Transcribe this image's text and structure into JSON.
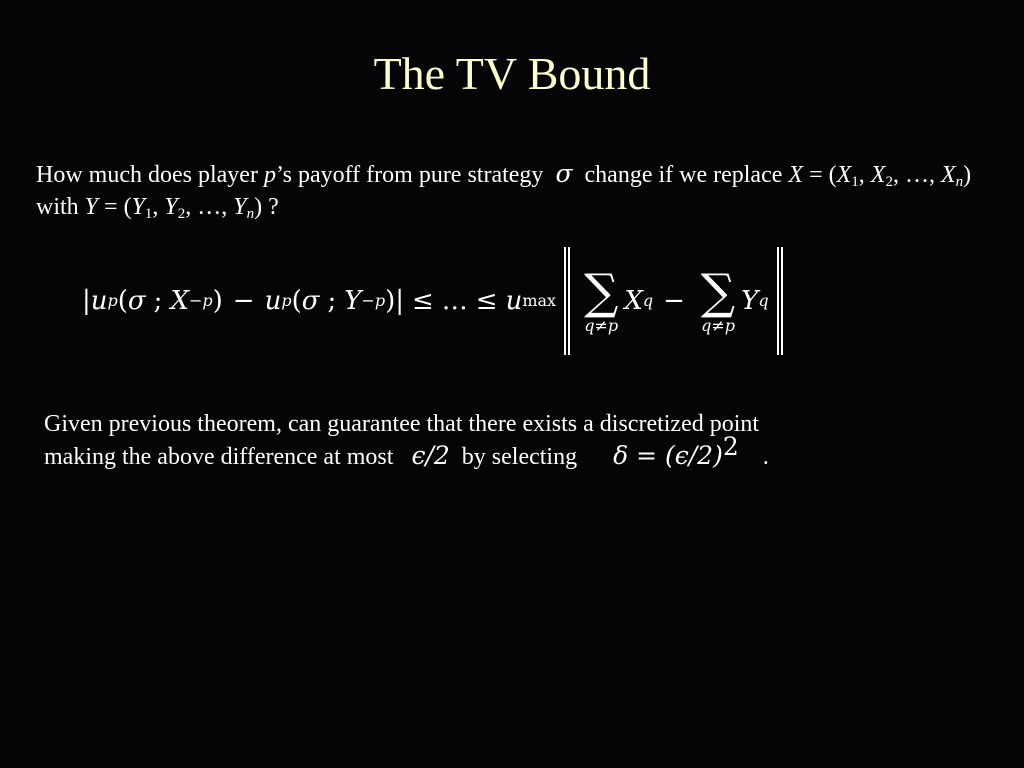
{
  "slide": {
    "title": "The TV Bound",
    "para1": {
      "t1": "How much does player ",
      "p": "p",
      "t2": "’s payoff from pure strategy",
      "sigma": "σ",
      "t3": "change if we replace ",
      "X": "X",
      "t4": " = (",
      "X1": "X",
      "s1": "1",
      "c1": ", ",
      "X2": "X",
      "s2": "2",
      "c2": ", …, ",
      "Xn": "X",
      "sn": "n",
      "t5": ") with ",
      "Y": "Y",
      "t6": " = (",
      "Y1": "Y",
      "ys1": "1",
      "yc1": ", ",
      "Y2": "Y",
      "ys2": "2",
      "yc2": ", …, ",
      "Yn": "Y",
      "ysn": "n",
      "t7": ") ?"
    },
    "equation": {
      "bar_open": "|",
      "u1": "u",
      "u1_sub": "p",
      "lp1": "(",
      "sigma1": "σ",
      "semi1": ";",
      "X": "X",
      "X_sub": "−p",
      "rp1": ")",
      "minus1": "−",
      "u2": "u",
      "u2_sub": "p",
      "lp2": "(",
      "sigma2": "σ",
      "semi2": ";",
      "Y": "Y",
      "Y_sub": "−p",
      "rp2": ")",
      "bar_close": "|",
      "leq1": "≤",
      "dots": "…",
      "leq2": "≤",
      "umax": "u",
      "umax_sub": "max",
      "sum1": "∑",
      "sum1_sub": "q≠p",
      "Xq": "X",
      "Xq_sub": "q",
      "minus2": "−",
      "sum2": "∑",
      "sum2_sub": "q≠p",
      "Yq": "Y",
      "Yq_sub": "q"
    },
    "para2": {
      "line1": "Given previous theorem, can guarantee that there exists a discretized point",
      "t1": "making the above difference at most",
      "eps_half": "ϵ/2",
      "t2": "by selecting",
      "delta_expr": "δ = (ϵ/2)",
      "delta_exp": "2",
      "period": "."
    }
  }
}
